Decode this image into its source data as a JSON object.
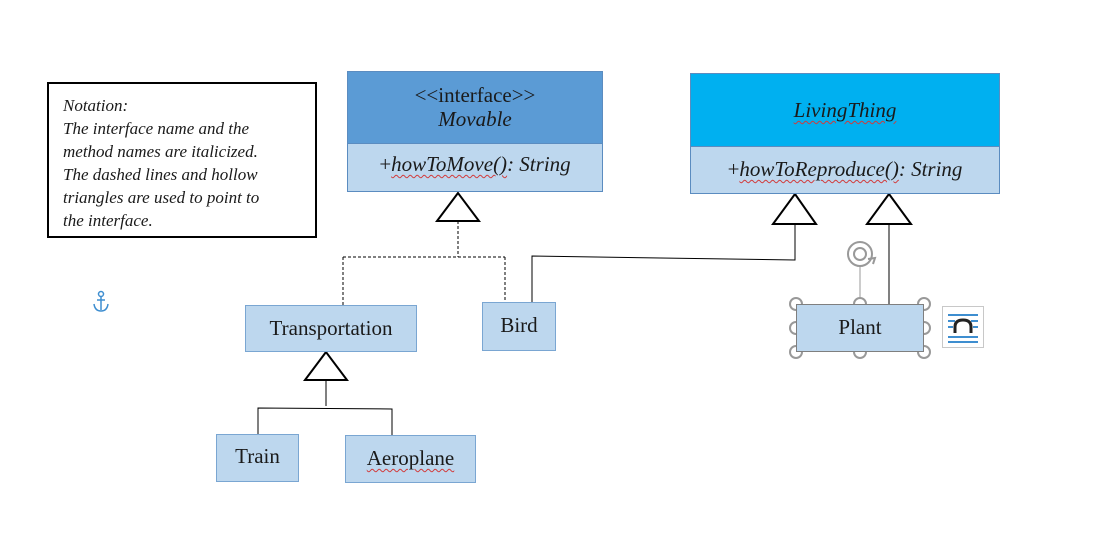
{
  "notation": {
    "lines": [
      "Notation:",
      "The interface name and the",
      "method names are italicized.",
      "The dashed lines and hollow",
      "triangles are used to point to",
      "the interface."
    ]
  },
  "movable": {
    "stereotype": "<<interface>>",
    "name": "Movable",
    "method_prefix": "+",
    "method_name": "howToMove()",
    "method_return": ": String"
  },
  "living_thing": {
    "name": "LivingThing",
    "method_prefix": "+",
    "method_name": "howToReproduce()",
    "method_return": ": String"
  },
  "classes": {
    "transportation": "Transportation",
    "bird": "Bird",
    "train": "Train",
    "aeroplane": "Aeroplane",
    "plant": "Plant"
  },
  "colors": {
    "interface_header": "#5b9bd5",
    "class_header": "#00b0f0",
    "box_fill": "#bdd7ee",
    "spellcheck": "#d23a3a"
  },
  "icons": {
    "anchor": "anchor-icon",
    "rotate": "rotate-handle-icon",
    "layout": "layout-options-icon"
  }
}
